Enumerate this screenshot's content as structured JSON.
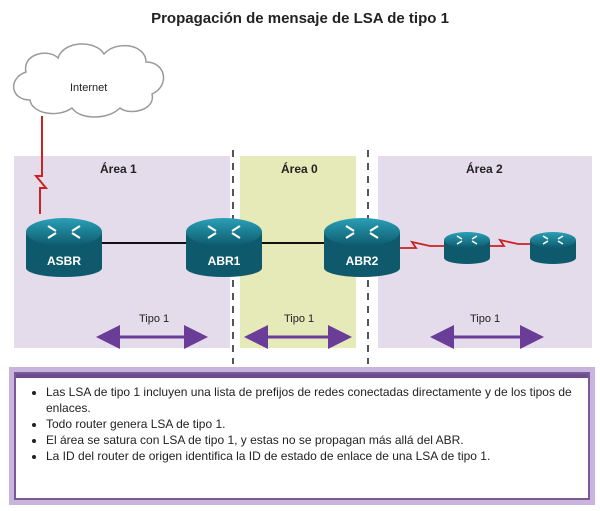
{
  "title": "Propagación de mensaje de LSA de tipo 1",
  "cloud": {
    "label": "Internet"
  },
  "areas": [
    {
      "label": "Área 1",
      "tipo": "Tipo 1"
    },
    {
      "label": "Área 0",
      "tipo": "Tipo 1"
    },
    {
      "label": "Área 2",
      "tipo": "Tipo 1"
    }
  ],
  "routers": [
    {
      "label": "ASBR"
    },
    {
      "label": "ABR1"
    },
    {
      "label": "ABR2"
    },
    {
      "label": ""
    },
    {
      "label": ""
    }
  ],
  "colors": {
    "area_side": "#e4dcea",
    "area_backbone": "#e6eab8",
    "arrow": "#6a3d99",
    "router": "#1a7a90",
    "serial_link": "#cc2222"
  },
  "notes": [
    "Las LSA de tipo 1 incluyen una lista de prefijos de redes conectadas directamente y de los tipos de enlaces.",
    "Todo router genera LSA de tipo 1.",
    "El área se satura con LSA de tipo 1, y estas no se propagan más allá del ABR.",
    "La ID del router de origen identifica la ID de estado de enlace de una LSA de tipo 1."
  ]
}
